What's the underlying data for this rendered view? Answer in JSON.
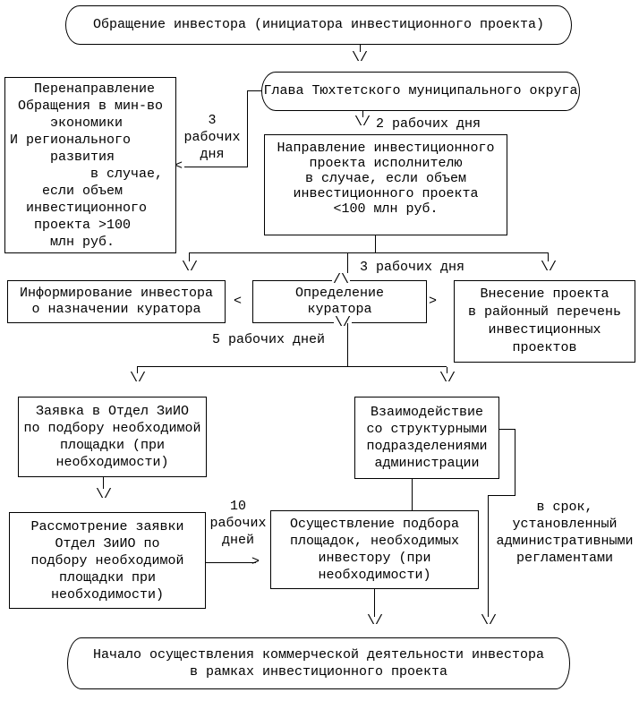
{
  "page": {
    "background": "#ffffff",
    "ink": "#000000"
  },
  "flowchart": {
    "nodes": {
      "appeal": "Обращение инвестора (инициатора инвестиционного проекта)",
      "head": "Глава Тюхтетского муниципального округа",
      "redirect": "   Перенаправление\n Обращения в мин-во\n     экономики\nИ регионального\n     развития\n          в случае,\n    если объем\n  инвестиционного\n   проекта >100\n     млн руб.",
      "direction": "Направление инвестиционного\nпроекта исполнителю\nв случае, если объем\nинвестиционного проекта\n<100 млн руб.",
      "inform": "Информирование инвестора\nо назначении куратора",
      "curator": "Определение\nкуратора",
      "registry": "Внесение проекта\nв районный перечень\nинвестиционных\nпроектов",
      "request": "Заявка в Отдел ЗиИО\nпо подбору необходимой\nплощадки (при\nнеобходимости)",
      "interaction": "Взаимодействие\nсо структурными\nподразделениями\nадминистрации",
      "review": "Рассмотрение заявки\nОтдел ЗиИО  по\nподбору необходимой\nплощадки при\nнеобходимости)",
      "selection": "Осуществление подбора\nплощадок, необходимых\nинвестору (при\nнеобходимости)",
      "start": "Начало осуществления коммерческой деятельности инвестора\nв рамках инвестиционного проекта"
    },
    "labels": {
      "days3_stack": "3\nрабочих\nдня",
      "days2": "2 рабочих дня",
      "days3": "3 рабочих дня",
      "days5": "5 рабочих дней",
      "days10_stack": "10\nрабочих\nдней",
      "term": "в срок,\nустановленный\nадминистративными\nрегламентами"
    },
    "glyphs": {
      "down": "\\/",
      "up": "/\\",
      "left": "<",
      "right": ">"
    }
  }
}
